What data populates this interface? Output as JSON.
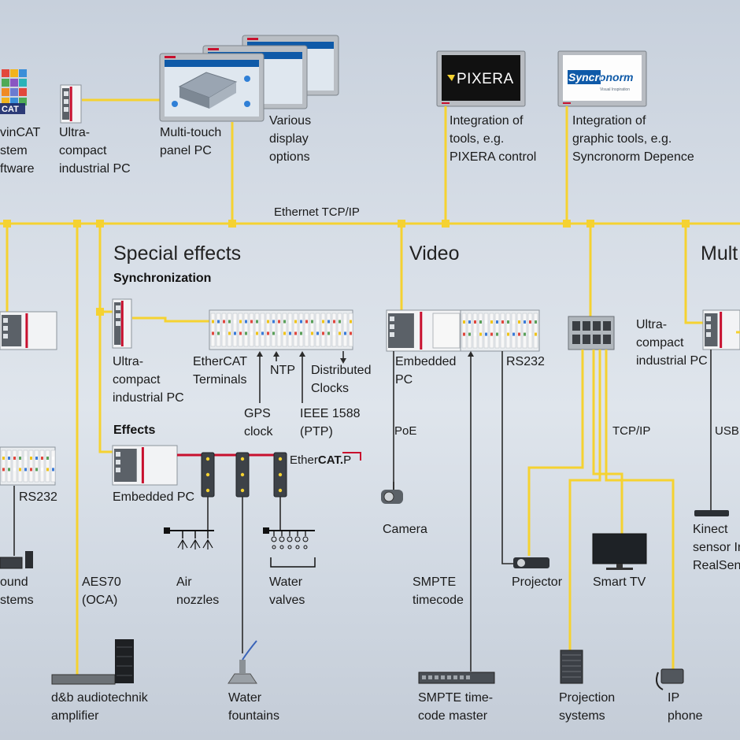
{
  "network": {
    "bus_label": "Ethernet TCP/IP"
  },
  "top": {
    "twincat": "vinCAT\nstem\nftware",
    "twincat_logo": "CAT",
    "upc": "Ultra-\ncompact\nindustrial PC",
    "panel": "Multi-touch\npanel PC",
    "display": "Various\ndisplay\noptions",
    "pixera_screen": "PIXERA",
    "pixera_text": "Integration of\ntools, e.g.\nPIXERA control",
    "syncro_screen": "Syncronorm",
    "syncro_tag": "Visual Inspiration",
    "syncro_text": "Integration of\ngraphic tools, e.g.\nSyncronorm Depence"
  },
  "sections": {
    "special_effects": "Special effects",
    "synchronization": "Synchronization",
    "effects": "Effects",
    "video": "Video",
    "multi": "Mult"
  },
  "special": {
    "upc": "Ultra-\ncompact\nindustrial PC",
    "ethercat_terminals": "EtherCAT\nTerminals",
    "ntp": "NTP",
    "distributed": "Distributed\nClocks",
    "gps": "GPS\nclock",
    "ieee": "IEEE 1588\n(PTP)",
    "embedded_pc": "Embedded PC",
    "ethercat_p_prefix": "Ether",
    "ethercat_p_bold": "CAT.",
    "ethercat_p_suffix": "P",
    "air": "Air\nnozzles",
    "water_valves": "Water\nvalves",
    "water_fountains": "Water\nfountains"
  },
  "left": {
    "rs232": "RS232",
    "sound": "ound\nstems",
    "aes": "AES70\n(OCA)",
    "amp": "d&b audiotechnik\namplifier"
  },
  "video": {
    "embedded": "Embedded\nPC",
    "rs232": "RS232",
    "poe": "PoE",
    "camera": "Camera",
    "smpte": "SMPTE\ntimecode",
    "smpte_master": "SMPTE time-\ncode master",
    "tcpip": "TCP/IP",
    "projector": "Projector",
    "smart_tv": "Smart TV",
    "projection": "Projection\nsystems",
    "ip_phone": "IP\nphone"
  },
  "multi": {
    "upc": "Ultra-\ncompact\nindustrial PC",
    "usb": "USB",
    "kinect": "Kinect\nsensor In\nRealSens"
  },
  "colors": {
    "bus": "#f5d231",
    "line": "#2b2b2b",
    "ethercat_p": "#c8102e",
    "beckhoff_red": "#c8102e",
    "terminal_accents": [
      "#f0c419",
      "#3b7bd8",
      "#e0473e",
      "#5aa05a",
      "#ffffff"
    ]
  }
}
